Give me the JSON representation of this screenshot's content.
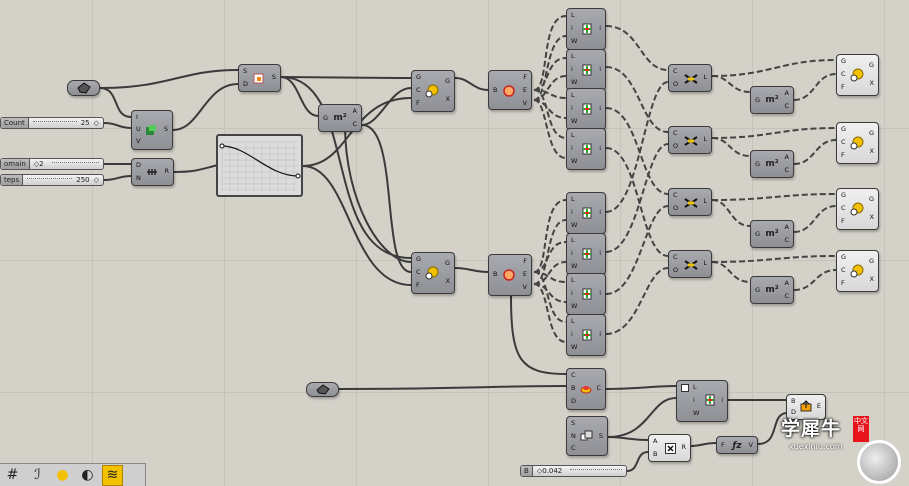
{
  "canvas": {
    "background": "#d4d1c9",
    "wire_color": "#3a3a3a"
  },
  "inputs": {
    "count": {
      "label": "Count",
      "value": "25"
    },
    "domain": {
      "label": "omain",
      "value": "2"
    },
    "steps": {
      "label": "teps",
      "value": "250"
    },
    "b": {
      "label": "B",
      "value": "0.042"
    }
  },
  "ports": {
    "S": "S",
    "D": "D",
    "I": "I",
    "U": "U",
    "V": "V",
    "N": "N",
    "R": "R",
    "G": "G",
    "C": "C",
    "F": "F",
    "X": "X",
    "A": "A",
    "B": "B",
    "E": "E",
    "L": "L",
    "W": "W",
    "O": "O",
    "i": "i"
  },
  "toolbar": {
    "items": [
      {
        "icon": "grid-icon",
        "glyph": "#"
      },
      {
        "icon": "curve-icon",
        "glyph": "ℐ"
      },
      {
        "icon": "sphere-icon",
        "glyph": "●"
      },
      {
        "icon": "swirl-icon",
        "glyph": "◐"
      },
      {
        "icon": "zigzag-icon",
        "glyph": "≋",
        "active": true
      }
    ]
  },
  "watermark": {
    "text": "学犀牛",
    "badge": "中文网",
    "url": "xuexiniu.com"
  },
  "colors": {
    "node": "#9a9ca2",
    "toolbar_active": "#f2c200",
    "badge": "#e8141c"
  }
}
